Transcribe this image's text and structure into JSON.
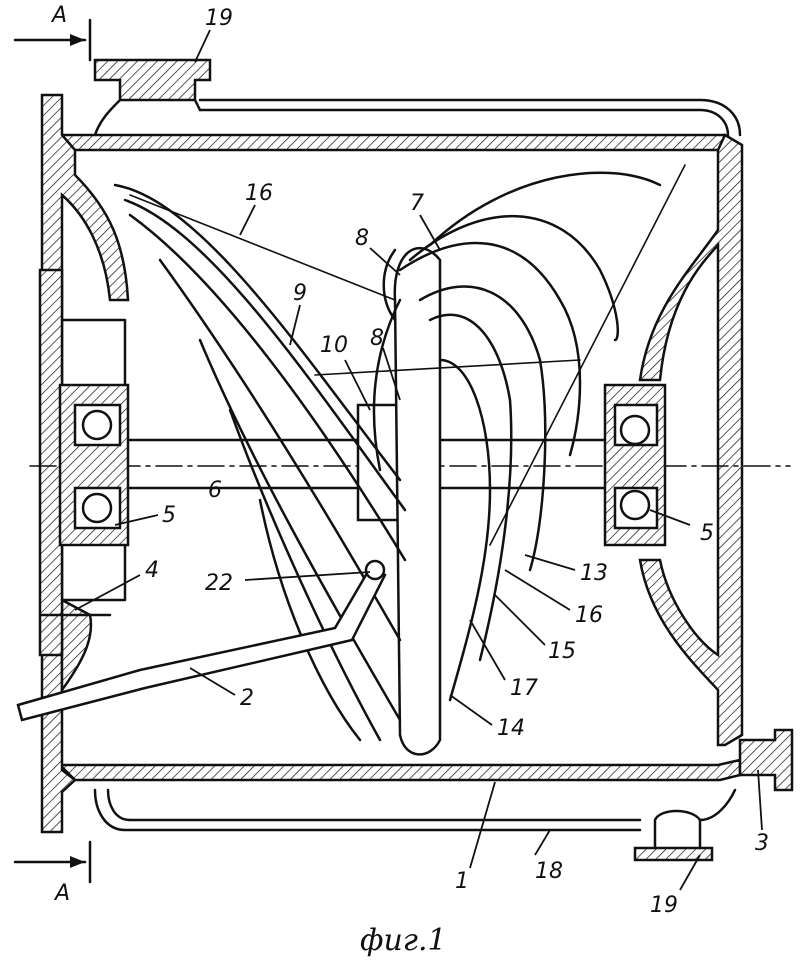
{
  "figure": {
    "caption": "фиг.1",
    "section_marks": {
      "top": "A",
      "bottom": "A"
    },
    "labels": [
      {
        "id": "19a",
        "text": "19"
      },
      {
        "id": "16a",
        "text": "16"
      },
      {
        "id": "7",
        "text": "7"
      },
      {
        "id": "8a",
        "text": "8"
      },
      {
        "id": "9",
        "text": "9"
      },
      {
        "id": "10",
        "text": "10"
      },
      {
        "id": "8b",
        "text": "8"
      },
      {
        "id": "5a",
        "text": "5"
      },
      {
        "id": "6",
        "text": "6"
      },
      {
        "id": "5b",
        "text": "5"
      },
      {
        "id": "4",
        "text": "4"
      },
      {
        "id": "22",
        "text": "22"
      },
      {
        "id": "13",
        "text": "13"
      },
      {
        "id": "16b",
        "text": "16"
      },
      {
        "id": "15",
        "text": "15"
      },
      {
        "id": "17",
        "text": "17"
      },
      {
        "id": "2",
        "text": "2"
      },
      {
        "id": "14",
        "text": "14"
      },
      {
        "id": "3",
        "text": "3"
      },
      {
        "id": "1",
        "text": "1"
      },
      {
        "id": "18",
        "text": "18"
      },
      {
        "id": "19b",
        "text": "19"
      }
    ]
  }
}
